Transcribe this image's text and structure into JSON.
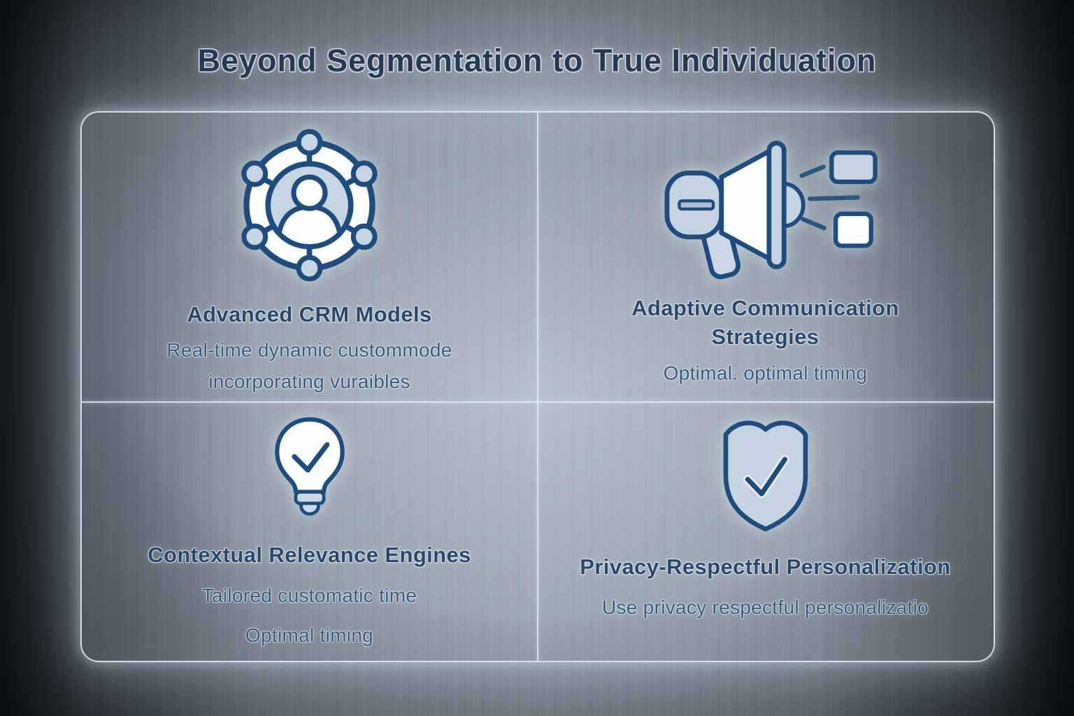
{
  "header": {
    "title": "Beyond Segmentation to True Individuation"
  },
  "colors": {
    "icon_outline_navy": "#1d4d80",
    "icon_fill_white": "#fdfeff",
    "icon_fill_light_blue": "#c6d3e1",
    "title_text": "#253a52",
    "card_title_text": "#2b4769",
    "card_subtitle_text": "#3a5878",
    "panel_border": "#dbeaf7",
    "background_center": "#96a1ac",
    "background_edge": "#0f1215"
  },
  "quadrants": [
    {
      "icon": "network-user-icon",
      "title": "Advanced CRM Models",
      "lines": [
        "Real-time dynamic custommode",
        "incorporating vuraibles"
      ]
    },
    {
      "icon": "megaphone-icon",
      "title": "Adaptive Communication Strategies",
      "lines": [
        "Optimal. optimal timing"
      ]
    },
    {
      "icon": "lightbulb-check-icon",
      "title": "Contextual Relevance Engines",
      "lines": [
        "Tailored customatic time",
        "Optimal timing"
      ]
    },
    {
      "icon": "shield-check-icon",
      "title": "Privacy-Respectful Personalization",
      "lines": [
        "Use privacy respectful personalizatio"
      ]
    }
  ]
}
